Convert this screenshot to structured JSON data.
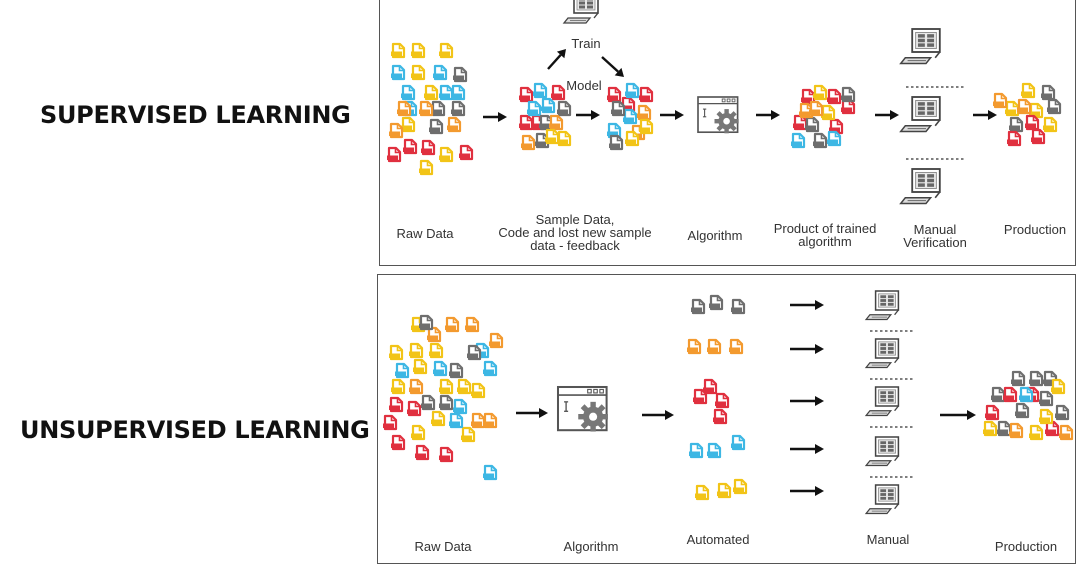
{
  "colors": {
    "yellow": "#F2C417",
    "orange": "#F39A2F",
    "blue": "#3DB7E4",
    "red": "#E0303F",
    "gray": "#6E6E6E",
    "arrow": "#111111",
    "panel_border": "#555555"
  },
  "icons": [
    "document-icon",
    "monitor-icon",
    "gear-window-icon",
    "arrow-right-icon"
  ],
  "supervised": {
    "title": "SUPERVISED LEARNING",
    "top_labels": {
      "train": "Train",
      "model": "Model"
    },
    "labels": {
      "raw_data": "Raw Data",
      "sample_1": "Sample Data,",
      "sample_2": "Code and lost new sample",
      "sample_3": "data - feedback",
      "algorithm": "Algorithm",
      "product_1": "Product of trained",
      "product_2": "algorithm",
      "manual_1": "Manual",
      "manual_2": "Verification",
      "production": "Production"
    }
  },
  "unsupervised": {
    "title": "UNSUPERVISED LEARNING",
    "labels": {
      "raw_data": "Raw Data",
      "algorithm": "Algorithm",
      "automated": "Automated",
      "manual": "Manual",
      "production": "Production"
    }
  }
}
